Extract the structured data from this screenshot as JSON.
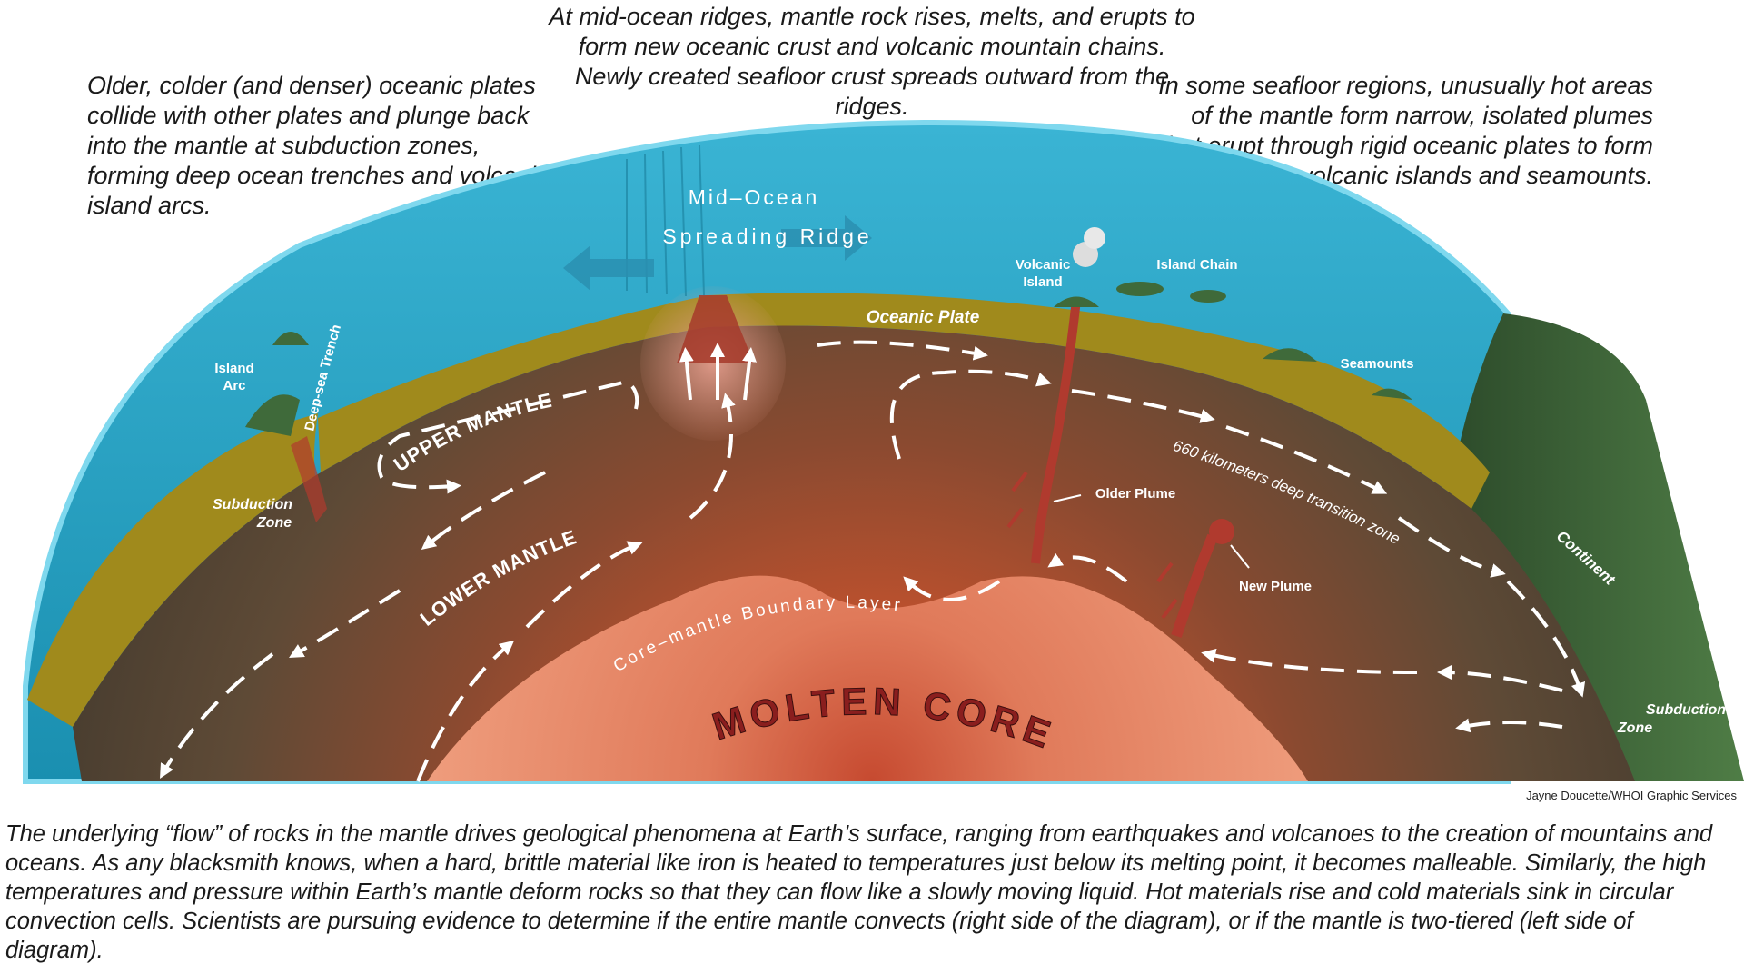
{
  "annotations": {
    "left": "Older, colder (and denser) oceanic plates collide with other plates and plunge back into the mantle at subduction zones, forming deep ocean trenches and volcanic island arcs.",
    "center": "At mid-ocean ridges, mantle rock rises, melts, and erupts to form new oceanic crust and volcanic mountain chains. Newly created seafloor crust spreads outward from the ridges.",
    "right": "In some seafloor regions, unusually hot areas of the mantle form narrow, isolated plumes that erupt through rigid oceanic plates to form volcanic islands and seamounts."
  },
  "labels": {
    "ridge_line1": "Mid–Ocean",
    "ridge_line2": "Spreading Ridge",
    "oceanic_plate": "Oceanic Plate",
    "volcanic_island_1": "Volcanic",
    "volcanic_island_2": "Island",
    "island_chain": "Island Chain",
    "seamounts": "Seamounts",
    "island_arc_1": "Island",
    "island_arc_2": "Arc",
    "deep_sea_trench": "Deep-sea Trench",
    "subduction_left_1": "Subduction",
    "subduction_left_2": "Zone",
    "upper_mantle": "UPPER MANTLE",
    "lower_mantle": "LOWER MANTLE",
    "transition_zone": "660 kilometers deep transition zone",
    "older_plume": "Older Plume",
    "new_plume": "New Plume",
    "continent": "Continent",
    "subduction_right_1": "Subduction",
    "subduction_right_2": "Zone",
    "boundary_layer": "Core–mantle Boundary Layer",
    "molten_core": "MOLTEN CORE"
  },
  "credit": "Jayne Doucette/WHOI Graphic Services",
  "caption": "The underlying “flow” of rocks in the mantle drives geological phenomena at Earth’s surface, ranging from earthquakes and volcanoes to the creation of mountains and oceans. As any blacksmith knows, when a hard, brittle material like iron is heated to temperatures just below its melting point, it becomes malleable. Similarly, the high temperatures and pressure within Earth’s mantle deform rocks so that they can flow like a slowly moving liquid. Hot materials rise and cold materials sink in circular convection cells. Scientists are pursuing evidence to determine if the entire mantle convects (right side of the diagram), or if the mantle is two-tiered (left side of diagram).",
  "colors": {
    "ocean": "#1f9fbf",
    "ocean_edge": "#5ac8e0",
    "crust": "#a08a1c",
    "mantle": "#5e4a36",
    "core": "#e07a5a",
    "core_center": "#c64a30",
    "continent": "#3f6a3a",
    "plume": "#b03a2e",
    "core_label": "#8a1e1e"
  }
}
